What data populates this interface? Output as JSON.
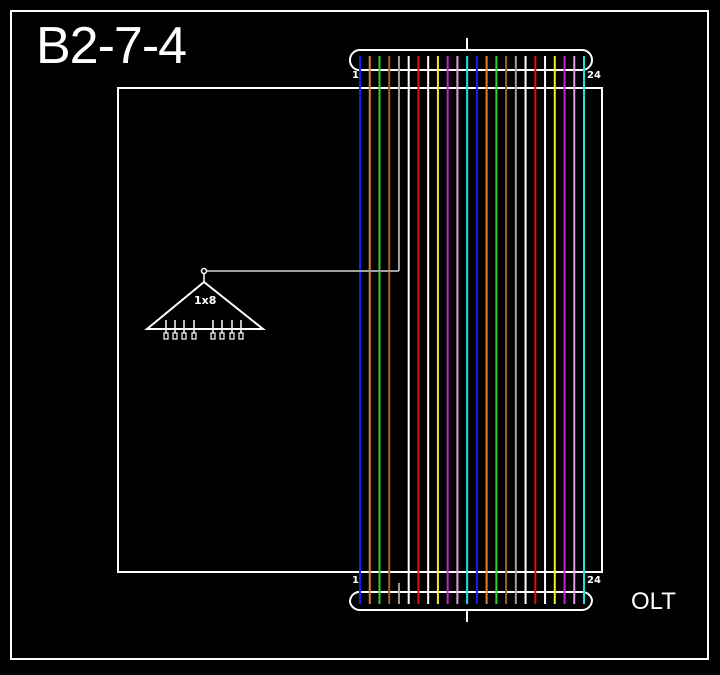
{
  "diagram": {
    "title": "B2-7-4",
    "device_label": "OLT",
    "cable": {
      "fiber_count": 24,
      "top_start_label": "1",
      "top_end_label": "24",
      "bottom_start_label": "1",
      "bottom_end_label": "24",
      "fiber_colors": [
        "#1a1aff",
        "#e08030",
        "#30d030",
        "#9a6030",
        "#a0a0a0",
        "#ffffff",
        "#e01010",
        "#ffffff",
        "#f0f020",
        "#d020d0",
        "#e0a0e0",
        "#20e0e0",
        "#1a1aff",
        "#e08030",
        "#30d030",
        "#9a6030",
        "#a0a0a0",
        "#ffffff",
        "#e01010",
        "#ffffff",
        "#f0f020",
        "#d020d0",
        "#e0a0e0",
        "#20e0e0"
      ],
      "fiber_color_names": [
        "blue",
        "orange",
        "green",
        "brown",
        "gray",
        "white",
        "red",
        "black",
        "yellow",
        "violet",
        "rose",
        "aqua",
        "blue",
        "orange",
        "green",
        "brown",
        "gray",
        "white",
        "red",
        "black",
        "yellow",
        "violet",
        "rose",
        "aqua"
      ],
      "spliced_fiber": 5
    },
    "splitter": {
      "label": "1x8",
      "outputs": 8
    },
    "colors": {
      "background": "#000000",
      "line": "#ffffff",
      "splice_line": "#a0a0a0"
    }
  }
}
